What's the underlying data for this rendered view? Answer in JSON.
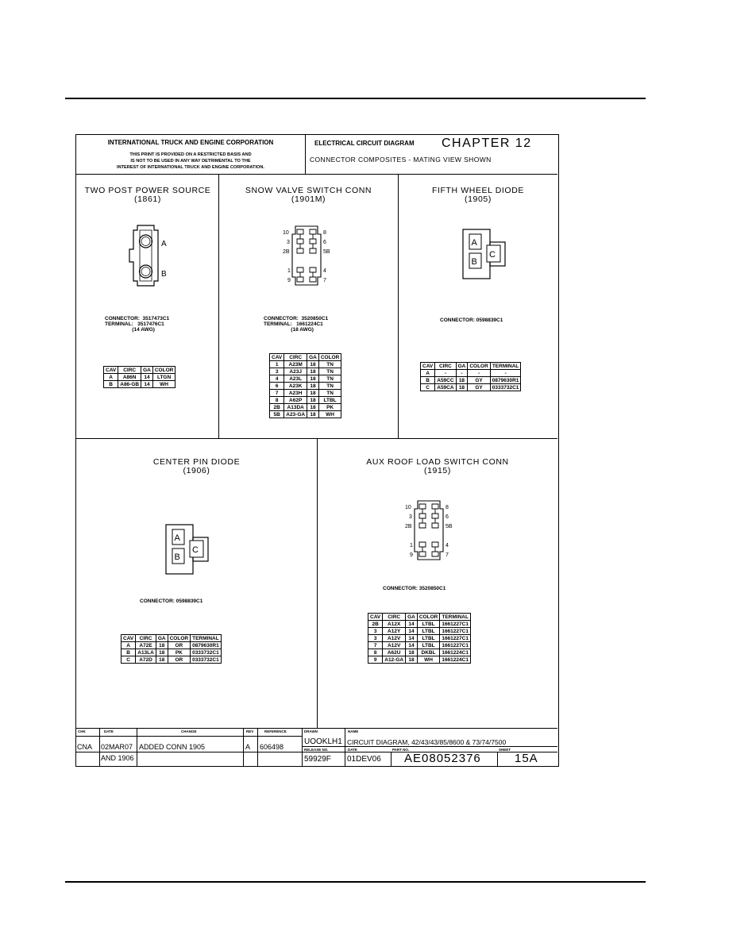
{
  "header": {
    "company": "INTERNATIONAL TRUCK AND ENGINE CORPORATION",
    "notice_lines": [
      "THIS PRINT IS PROVIDED ON A RESTRICTED BASIS AND",
      "IS NOT TO BE USED IN ANY WAY DETRIMENTAL TO THE",
      "INTEREST OF INTERNATIONAL TRUCK AND ENGINE CORPORATION."
    ],
    "diagram_type": "ELECTRICAL CIRCUIT DIAGRAM",
    "chapter": "CHAPTER 12",
    "subtitle": "CONNECTOR COMPOSITES - MATING VIEW SHOWN"
  },
  "panels": {
    "p1861": {
      "title": "TWO POST POWER SOURCE",
      "code": "(1861)",
      "pins": [
        "A",
        "B"
      ],
      "connector_text": "CONNECTOR:  3517473C1\nTERMINAL:   3517476C1\n                   (14 AWG)",
      "headers": [
        "CAV",
        "CIRC",
        "GA",
        "COLOR"
      ],
      "rows": [
        [
          "A",
          "A86N",
          "14",
          "LTGN"
        ],
        [
          "B",
          "A86-GB",
          "14",
          "WH"
        ]
      ]
    },
    "p1901": {
      "title": "SNOW VALVE SWITCH CONN",
      "code": "(1901M)",
      "pins": {
        "p10": "10",
        "p8": "8",
        "p3": "3",
        "p6": "6",
        "p2B": "2B",
        "p5B": "5B",
        "p1": "1",
        "p4": "4",
        "p9": "9",
        "p7": "7"
      },
      "connector_text": "CONNECTOR:  3520850C1\nTERMINAL:   1661224C1\n                   (18 AWG)",
      "headers": [
        "CAV",
        "CIRC",
        "GA",
        "COLOR"
      ],
      "rows": [
        [
          "1",
          "A23M",
          "18",
          "TN"
        ],
        [
          "3",
          "A23J",
          "18",
          "TN"
        ],
        [
          "4",
          "A23L",
          "18",
          "TN"
        ],
        [
          "6",
          "A23K",
          "18",
          "TN"
        ],
        [
          "7",
          "A23H",
          "18",
          "TN"
        ],
        [
          "8",
          "A62P",
          "18",
          "LTBL"
        ],
        [
          "2B",
          "A13DA",
          "18",
          "PK"
        ],
        [
          "5B",
          "A23-GA",
          "18",
          "WH"
        ]
      ]
    },
    "p1905": {
      "title": "FIFTH WHEEL DIODE",
      "code": "(1905)",
      "pins": [
        "A",
        "B",
        "C"
      ],
      "connector_text": "CONNECTOR: 0598839C1",
      "headers": [
        "CAV",
        "CIRC",
        "GA",
        "COLOR",
        "TERMINAL"
      ],
      "rows": [
        [
          "A",
          "-",
          "-",
          "-",
          "-"
        ],
        [
          "B",
          "A59CC",
          "18",
          "GY",
          "0879630R1"
        ],
        [
          "C",
          "A59CA",
          "18",
          "GY",
          "0333732C1"
        ]
      ]
    },
    "p1906": {
      "title": "CENTER PIN DIODE",
      "code": "(1906)",
      "pins": [
        "A",
        "B",
        "C"
      ],
      "connector_text": "CONNECTOR: 0598839C1",
      "headers": [
        "CAV",
        "CIRC",
        "GA",
        "COLOR",
        "TERMINAL"
      ],
      "rows": [
        [
          "A",
          "A72E",
          "18",
          "OR",
          "0879630R1"
        ],
        [
          "B",
          "A13LA",
          "18",
          "PK",
          "0333732C1"
        ],
        [
          "C",
          "A72D",
          "18",
          "OR",
          "0333732C1"
        ]
      ]
    },
    "p1915": {
      "title": "AUX ROOF LOAD SWITCH CONN",
      "code": "(1915)",
      "pins": {
        "p10": "10",
        "p8": "8",
        "p3": "3",
        "p6": "6",
        "p2B": "2B",
        "p5B": "5B",
        "p1": "1",
        "p4": "4",
        "p9": "9",
        "p7": "7"
      },
      "connector_text": "CONNECTOR: 3520850C1",
      "headers": [
        "CAV",
        "CIRC",
        "GA",
        "COLOR",
        "TERMINAL"
      ],
      "rows": [
        [
          "2B",
          "A12X",
          "14",
          "LTBL",
          "1661227C1"
        ],
        [
          "3",
          "A12Y",
          "14",
          "LTBL",
          "1661227C1"
        ],
        [
          "3",
          "A12V",
          "14",
          "LTBL",
          "1661227C1"
        ],
        [
          "7",
          "A12V",
          "14",
          "LTBL",
          "1661227C1"
        ],
        [
          "8",
          "A62U",
          "18",
          "DKBL",
          "1661224C1"
        ],
        [
          "9",
          "A12-GA",
          "18",
          "WH",
          "1661224C1"
        ]
      ]
    }
  },
  "title_block": {
    "labels": {
      "chk": "CHK",
      "date": "DATE",
      "change": "CHANGE",
      "rev": "REV",
      "reference": "REFERENCE",
      "drawn": "DRAWN",
      "name": "NAME",
      "release_no": "RELEASE NO.",
      "date2": "DATE",
      "part_no": "PART NO.",
      "sheet": "SHEET"
    },
    "chk": "CNA",
    "date": "02MAR07",
    "change_1": "ADDED CONN 1905",
    "change_2": "AND 1906",
    "rev": "A",
    "reference": "606498",
    "drawn": "UOOKLH1",
    "name": "CIRCUIT DIAGRAM, 42/43/43/85/8600 & 73/74/7500",
    "release_no": "59929F",
    "date2": "01DEV06",
    "part_no": "AE08052376",
    "sheet": "15A"
  }
}
